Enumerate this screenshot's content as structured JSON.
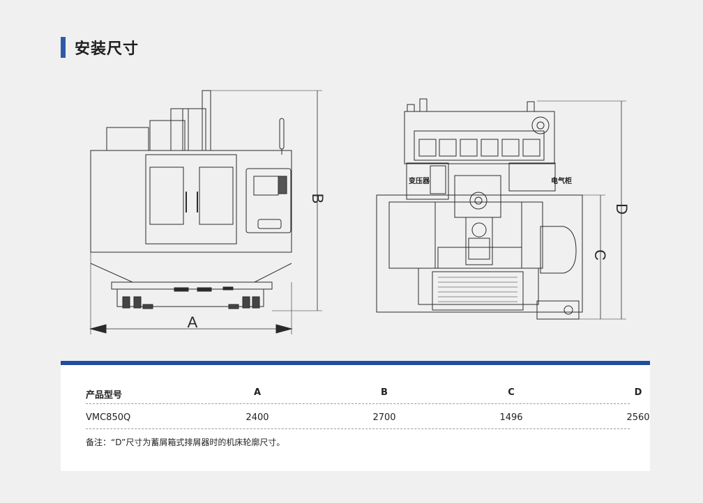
{
  "section": {
    "title": "安装尺寸"
  },
  "drawing": {
    "dimension_labels": {
      "a": "A",
      "b": "B",
      "c": "C",
      "d": "D"
    },
    "callouts": {
      "transformer": "变压器",
      "electrical_cabinet": "电气柜"
    }
  },
  "spec_table": {
    "headers": [
      "产品型号",
      "A",
      "B",
      "C",
      "D"
    ],
    "rows": [
      [
        "VMC850Q",
        "2400",
        "2700",
        "1496",
        "2560"
      ]
    ],
    "note": "备注：“D”尺寸为蓄屑箱式排屑器时的机床轮廓尺寸。"
  },
  "colors": {
    "accent": "#2f5aa8",
    "table_bar": "#1f4c9e",
    "background": "#f0f0f1"
  }
}
